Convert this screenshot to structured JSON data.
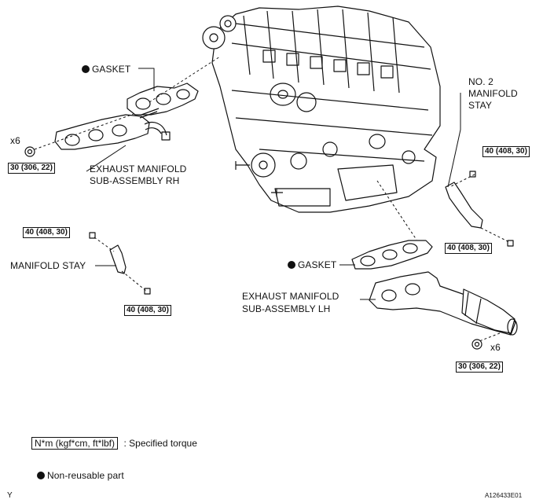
{
  "labels": {
    "gasket_rh": "GASKET",
    "gasket_lh": "GASKET",
    "x6_rh": "x6",
    "x6_lh": "x6",
    "exhaust_rh_line1": "EXHAUST MANIFOLD",
    "exhaust_rh_line2": "SUB-ASSEMBLY RH",
    "exhaust_lh_line1": "EXHAUST MANIFOLD",
    "exhaust_lh_line2": "SUB-ASSEMBLY LH",
    "manifold_stay": "MANIFOLD STAY",
    "no2_line1": "NO. 2",
    "no2_line2": "MANIFOLD",
    "no2_line3": "STAY"
  },
  "torques": {
    "rh_nut": "30 (306, 22)",
    "lh_nut": "30 (306, 22)",
    "stay_top": "40 (408, 30)",
    "stay_bottom": "40 (408, 30)",
    "no2_top": "40 (408, 30)",
    "no2_bottom": "40 (408, 30)"
  },
  "legend": {
    "torque_unit": "N*m (kgf*cm, ft*lbf)",
    "torque_desc": ": Specified torque",
    "nonreusable": "Non-reusable part"
  },
  "footer": {
    "corner_left": "Y",
    "figure_id": "A126433E01"
  }
}
